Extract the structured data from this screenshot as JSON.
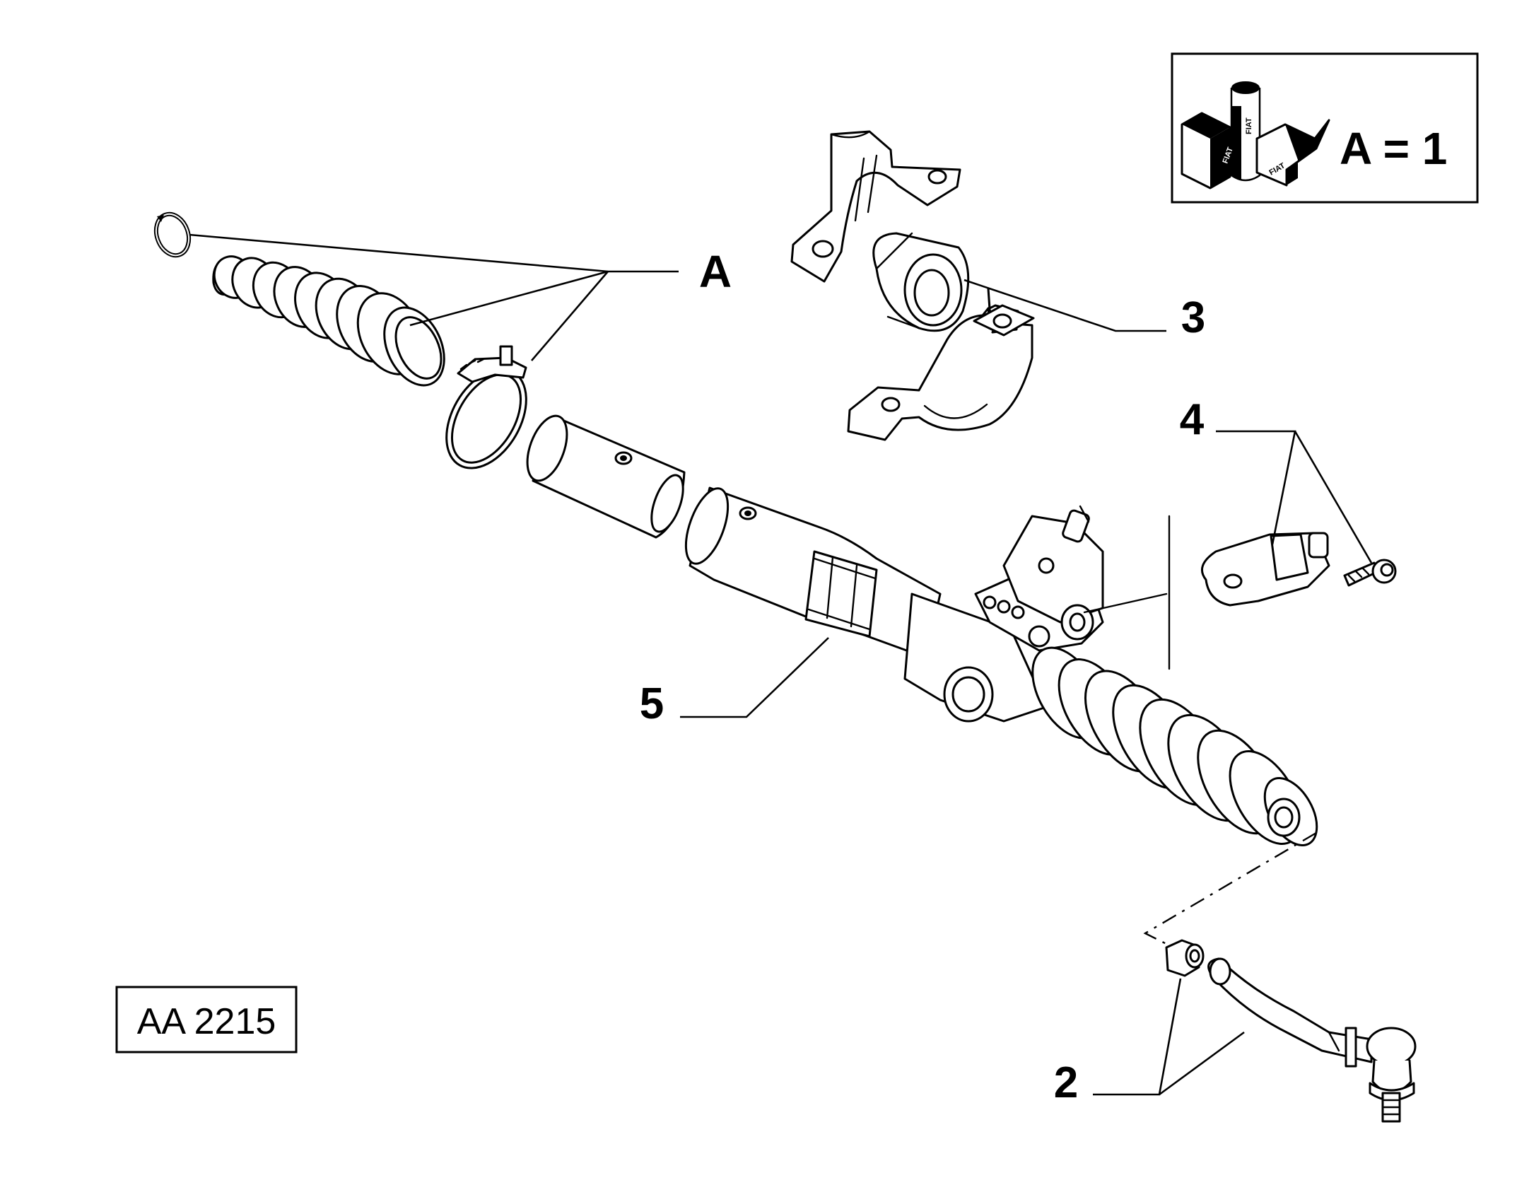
{
  "drawing_code": "AA 2215",
  "legend": {
    "text": "A = 1",
    "icon": "fiat-kit-box-icon",
    "icon_lettering": "FIAT"
  },
  "callouts": {
    "A": "A",
    "c2": "2",
    "c3": "3",
    "c4": "4",
    "c5": "5"
  },
  "parts": [
    {
      "callout": "A",
      "items": [
        "clip",
        "bellows-boot",
        "band-clamp"
      ]
    },
    {
      "callout": "2",
      "items": [
        "nut",
        "tie-rod-end"
      ]
    },
    {
      "callout": "3",
      "items": [
        "mounting-bracket-upper",
        "rubber-bushing",
        "mounting-bracket-lower"
      ]
    },
    {
      "callout": "4",
      "items": [
        "stop-block",
        "bolt"
      ]
    },
    {
      "callout": "5",
      "items": [
        "steering-rack"
      ]
    }
  ]
}
